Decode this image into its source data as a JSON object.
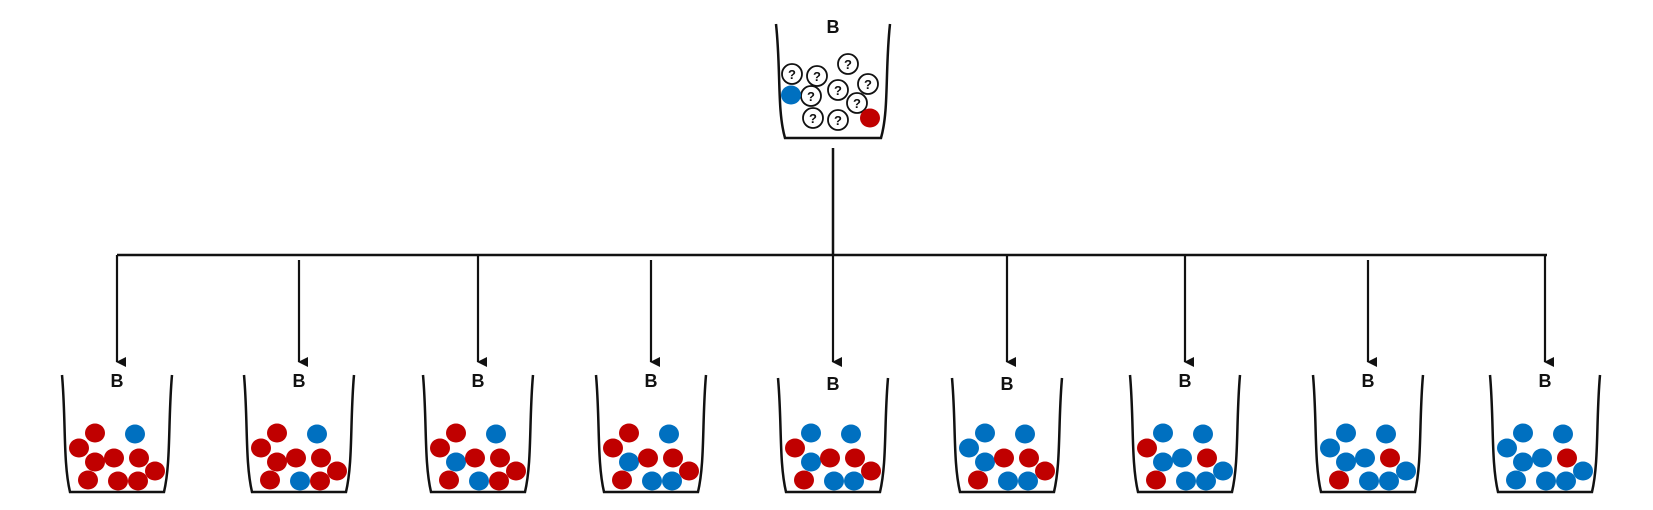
{
  "colors": {
    "red": "#c00000",
    "blue": "#0070c0",
    "line": "#111111",
    "unknown_fill": "#ffffff"
  },
  "source_cup": {
    "label": "B",
    "unknown_symbol": "?",
    "unknown_count": 9,
    "known_balls": [
      "blue",
      "red"
    ]
  },
  "result_cups": [
    {
      "label": "B",
      "balls": [
        "red",
        "blue",
        "red",
        "red",
        "red",
        "red",
        "red",
        "red",
        "red",
        "red"
      ]
    },
    {
      "label": "B",
      "balls": [
        "red",
        "blue",
        "red",
        "red",
        "red",
        "red",
        "red",
        "red",
        "blue",
        "red"
      ]
    },
    {
      "label": "B",
      "balls": [
        "red",
        "blue",
        "red",
        "blue",
        "red",
        "red",
        "red",
        "red",
        "blue",
        "red"
      ]
    },
    {
      "label": "B",
      "balls": [
        "red",
        "blue",
        "red",
        "blue",
        "red",
        "red",
        "red",
        "red",
        "blue",
        "blue"
      ]
    },
    {
      "label": "B",
      "balls": [
        "blue",
        "blue",
        "red",
        "blue",
        "red",
        "red",
        "red",
        "red",
        "blue",
        "blue"
      ]
    },
    {
      "label": "B",
      "balls": [
        "blue",
        "blue",
        "blue",
        "blue",
        "red",
        "red",
        "red",
        "red",
        "blue",
        "blue"
      ]
    },
    {
      "label": "B",
      "balls": [
        "blue",
        "blue",
        "red",
        "blue",
        "blue",
        "red",
        "blue",
        "red",
        "blue",
        "blue"
      ]
    },
    {
      "label": "B",
      "balls": [
        "blue",
        "blue",
        "blue",
        "blue",
        "blue",
        "red",
        "blue",
        "red",
        "blue",
        "blue"
      ]
    },
    {
      "label": "B",
      "balls": [
        "blue",
        "blue",
        "blue",
        "blue",
        "blue",
        "red",
        "blue",
        "blue",
        "blue",
        "blue"
      ]
    }
  ]
}
